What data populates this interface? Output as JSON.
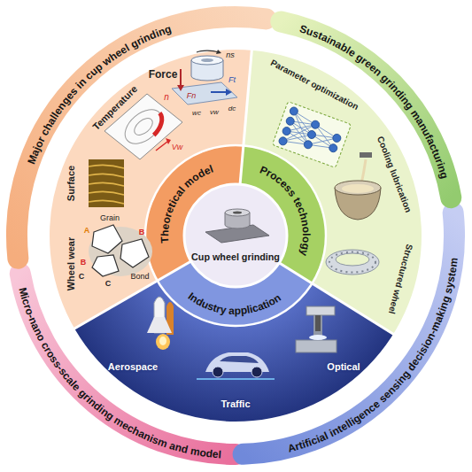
{
  "diagram": {
    "nodes": [
      {
        "text": [
          "Major challenges in cup wheel grinding"
        ]
      },
      {
        "text": [
          "Sustainable green grinding manufacturing"
        ]
      },
      {
        "text": [
          "Micro-nano cross-scale grinding mechanism and model"
        ]
      },
      {
        "text": [
          "Artificial intelligence sensing decision-making system"
        ]
      },
      {
        "text": [
          "Theoretical model"
        ]
      },
      {
        "text": [
          "Process technology"
        ]
      },
      {
        "text": [
          "Industry application"
        ]
      },
      {
        "text": [
          "Cup wheel grinding"
        ]
      }
    ],
    "labels": [
      "Force",
      "ns",
      "Ft",
      "Fn",
      "dc",
      "vw",
      "wc",
      "Temperature",
      "n",
      "Vw",
      "Surface",
      "Wheel wear",
      "Grain",
      "Bond",
      "A",
      "B",
      "B",
      "C",
      "C",
      "Parameter optimization",
      "Cooling lubrication",
      "Structured wheel",
      "Aerospace",
      "Traffic",
      "Optical"
    ]
  }
}
